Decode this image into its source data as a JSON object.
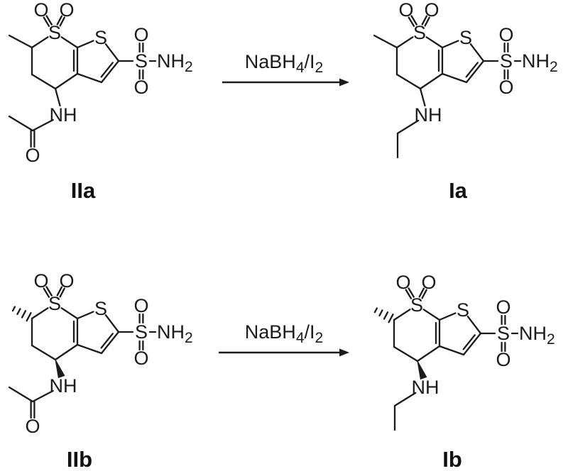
{
  "colors": {
    "background": "#ffffff",
    "ink": "#1b1b1b"
  },
  "reactions": [
    {
      "reagent": "NaBH₄/I₂",
      "reactant": "IIa",
      "product": "Ia"
    },
    {
      "reagent": "NaBH₄/I₂",
      "reactant": "IIb",
      "product": "Ib"
    }
  ],
  "molecules": [
    {
      "label": "IIa",
      "substituent": "acetamido",
      "stereo": false
    },
    {
      "label": "Ia",
      "substituent": "ethylamino",
      "stereo": false
    },
    {
      "label": "IIb",
      "substituent": "acetamido",
      "stereo": true
    },
    {
      "label": "Ib",
      "substituent": "ethylamino",
      "stereo": true
    }
  ],
  "atom_labels": {
    "ring_sulfone_s": "S",
    "sulfone_oxygen_left": "O",
    "sulfone_oxygen_right": "O",
    "thiophene_s": "S",
    "sulfonamide_s": "S",
    "sulfonamide_oxygen_top": "O",
    "sulfonamide_oxygen_bottom": "O",
    "sulfonamide_nh2": "NH₂",
    "ring_nh": "NH",
    "acetyl_oxygen": "O"
  }
}
